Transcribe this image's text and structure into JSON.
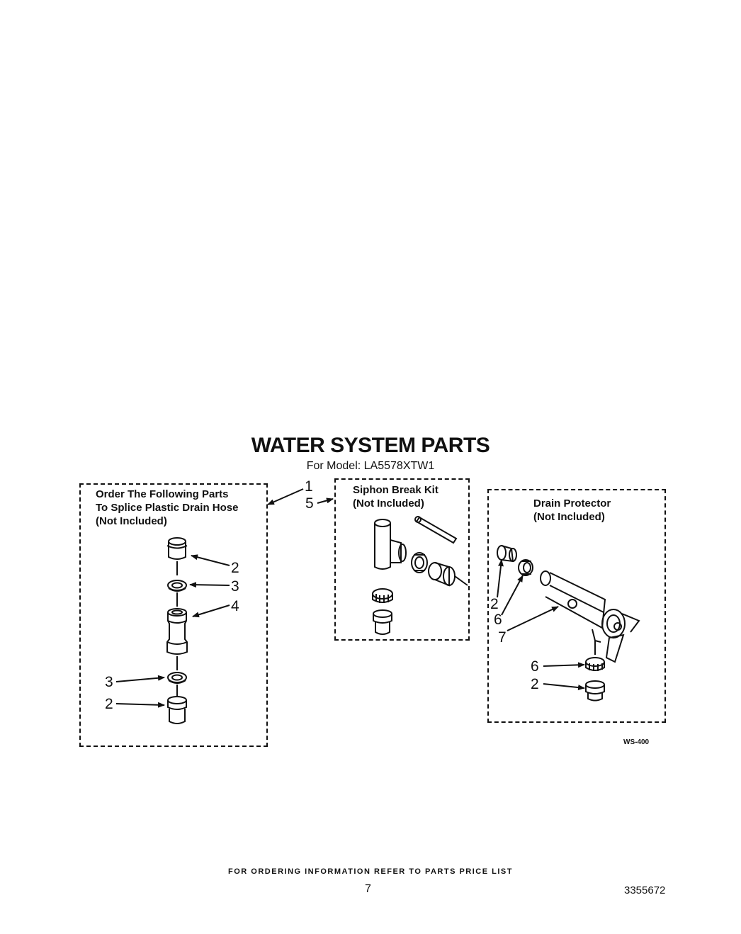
{
  "header": {
    "title": "WATER SYSTEM PARTS",
    "subtitle": "For Model: LA5578XTW1"
  },
  "boxes": {
    "splice": {
      "lines": [
        "Order The Following Parts",
        "To Splice Plastic Drain Hose",
        "(Not Included)"
      ]
    },
    "siphon": {
      "lines": [
        "Siphon Break Kit",
        "(Not Included)"
      ]
    },
    "drain": {
      "lines": [
        "Drain Protector",
        "(Not Included)"
      ]
    }
  },
  "callouts": {
    "splice_box": "1",
    "siphon_box": "5",
    "splice_coupling_top": "2",
    "splice_clamp_top": "3",
    "splice_connector": "4",
    "splice_clamp_bottom": "3",
    "splice_coupling_bottom": "2",
    "drain_coupling_top": "2",
    "drain_clamp_top": "6",
    "drain_body": "7",
    "drain_clamp_bottom": "6",
    "drain_coupling_bottom": "2"
  },
  "diagram_code": "WS-400",
  "footer": {
    "note": "FOR ORDERING INFORMATION REFER TO PARTS PRICE LIST",
    "page_number": "7",
    "document_number": "3355672"
  }
}
